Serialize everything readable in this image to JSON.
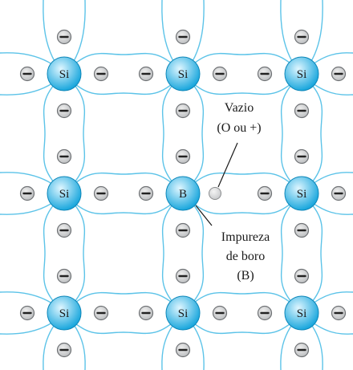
{
  "colors": {
    "bond_line": "#5cc3e8",
    "atom_fill_center": "#dff6ff",
    "atom_fill_edge": "#1aa7dd",
    "electron_fill": "#bfc1c3",
    "electron_stroke": "#6f7275",
    "hole_fill": "#c9cbcd",
    "text": "#1a1a1a"
  },
  "atoms": [
    {
      "id": "a00",
      "row": 0,
      "col": 0,
      "label": "Si"
    },
    {
      "id": "a01",
      "row": 0,
      "col": 1,
      "label": "Si"
    },
    {
      "id": "a02",
      "row": 0,
      "col": 2,
      "label": "Si"
    },
    {
      "id": "a10",
      "row": 1,
      "col": 0,
      "label": "Si"
    },
    {
      "id": "a11",
      "row": 1,
      "col": 1,
      "label": "B"
    },
    {
      "id": "a12",
      "row": 1,
      "col": 2,
      "label": "Si"
    },
    {
      "id": "a20",
      "row": 2,
      "col": 0,
      "label": "Si"
    },
    {
      "id": "a21",
      "row": 2,
      "col": 1,
      "label": "Si"
    },
    {
      "id": "a22",
      "row": 2,
      "col": 2,
      "label": "Si"
    }
  ],
  "annotations": {
    "hole": {
      "line1": "Vazio",
      "line2": "(O ou +)"
    },
    "impurity": {
      "line1": "Impureza",
      "line2": "de boro",
      "line3": "(B)"
    }
  }
}
